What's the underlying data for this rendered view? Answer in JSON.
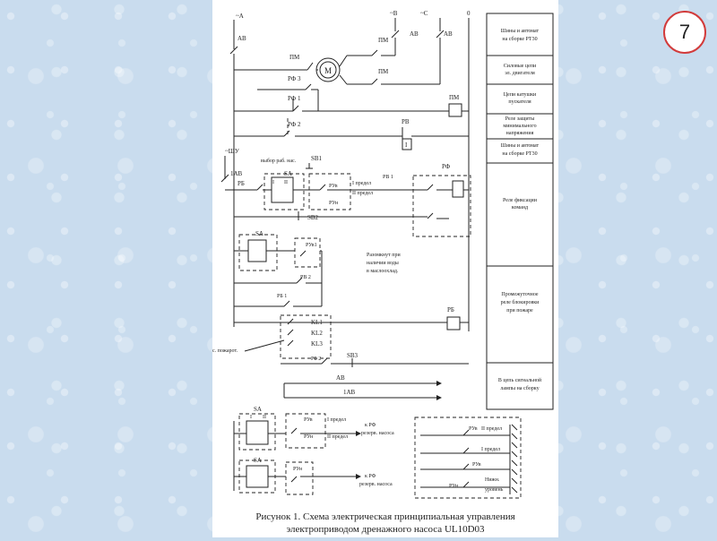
{
  "slide_number": "7",
  "top_labels": {
    "a": "~A",
    "b": "~B",
    "c": "~C",
    "zero": "0"
  },
  "components": {
    "av": "АВ",
    "pm": "ПМ",
    "motor": "M",
    "rf3": "РФ 3",
    "rf1": "РФ 1",
    "rf2": "РФ 2",
    "rv": "РВ",
    "rv_coil_i": "I",
    "shu": "~ШУ",
    "mode_select": "выбор раб. нас.",
    "sb1": "SB1",
    "av1": "1АВ",
    "rb": "РБ",
    "sa": "SA",
    "sa_pos1": "I",
    "sa_pos2": "II",
    "ruv": "РУв",
    "run": "РУн",
    "limit1": "I предел",
    "limit2": "II предел",
    "rv1": "РВ 1",
    "rf": "РФ",
    "sb2": "SB2",
    "ruv1": "РУв1",
    "closes_on": "Разомкнут при",
    "water_present": "наличии воды",
    "in_oil_cooler": "в маслоохлад.",
    "rv2": "РВ 2",
    "rb1": "РБ 1",
    "kl1": "KL1",
    "kl2": "KL2",
    "kl3": "KL3",
    "fire_sig": "с. пожарот.",
    "rb2": "РБ 2",
    "sb3": "SB3",
    "ruv_sb": "РУв",
    "to_rf": "к РФ",
    "reserve_pump": "резерв. насоса",
    "lower_level": "Нижн.",
    "level": "уровень"
  },
  "legend": [
    {
      "line1": "Шины и автомат",
      "line2": "на сборке РТ30",
      "line3": ""
    },
    {
      "line1": "Силовые цепи",
      "line2": "эл. двигателя",
      "line3": ""
    },
    {
      "line1": "Цепи катушки",
      "line2": "пускателя",
      "line3": ""
    },
    {
      "line1": "Реле защиты",
      "line2": "минимального",
      "line3": "напряжения"
    },
    {
      "line1": "Шины и автомат",
      "line2": "на сборке РТ30",
      "line3": ""
    },
    {
      "line1": "Реле фиксации",
      "line2": "команд",
      "line3": ""
    },
    {
      "line1": "Промежуточное",
      "line2": "реле блокировки",
      "line3": "при пожаре"
    },
    {
      "line1": "В цепь сигнальной",
      "line2": "лампы на сборку",
      "line3": ""
    }
  ],
  "caption": {
    "line1": "Рисунок 1. Схема электрическая принципиальная управления",
    "line2": "электроприводом дренажного насоса UL10D03"
  }
}
